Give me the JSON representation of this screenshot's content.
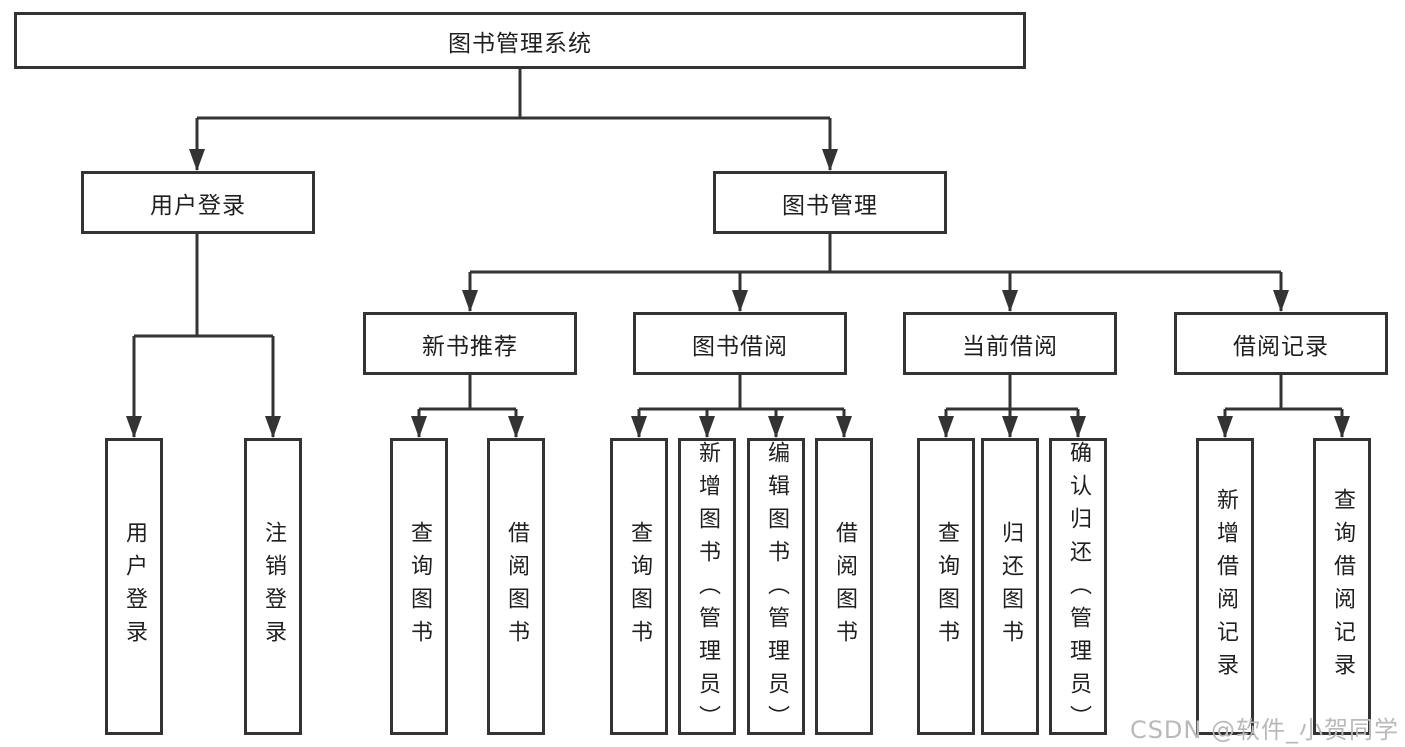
{
  "colors": {
    "line": "#333333",
    "text": "#1f1f1f",
    "watermark": "#b9b9b9",
    "bg": "#ffffff"
  },
  "diagram": {
    "root": {
      "label": "图书管理系统"
    },
    "branches": [
      {
        "label": "用户登录",
        "children": [
          {
            "label": "用户登录"
          },
          {
            "label": "注销登录"
          }
        ]
      },
      {
        "label": "图书管理",
        "children": [
          {
            "label": "新书推荐",
            "children": [
              {
                "label": "查询图书"
              },
              {
                "label": "借阅图书"
              }
            ]
          },
          {
            "label": "图书借阅",
            "children": [
              {
                "label": "查询图书"
              },
              {
                "label": "新增图书（管理员）"
              },
              {
                "label": "编辑图书（管理员）"
              },
              {
                "label": "借阅图书"
              }
            ]
          },
          {
            "label": "当前借阅",
            "children": [
              {
                "label": "查询图书"
              },
              {
                "label": "归还图书"
              },
              {
                "label": "确认归还（管理员）"
              }
            ]
          },
          {
            "label": "借阅记录",
            "children": [
              {
                "label": "新增借阅记录"
              },
              {
                "label": "查询借阅记录"
              }
            ]
          }
        ]
      }
    ]
  },
  "watermark": {
    "text": "CSDN @软件_小贺同学"
  }
}
